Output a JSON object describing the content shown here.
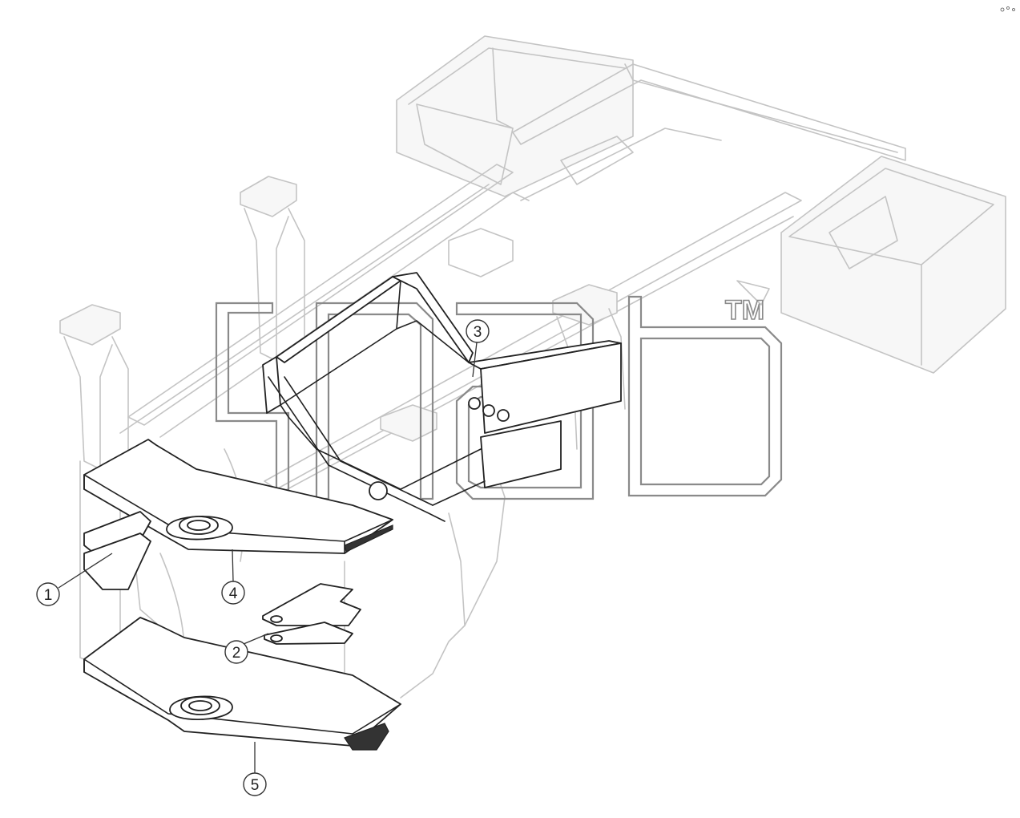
{
  "callouts": [
    {
      "label": "1"
    },
    {
      "label": "2"
    },
    {
      "label": "3"
    },
    {
      "label": "4"
    },
    {
      "label": "5"
    }
  ],
  "watermark": {
    "trademark": "TM"
  },
  "colors": {
    "ghost_lines": "#c4c4c4",
    "part_lines": "#222222",
    "watermark": "#8a8a8a",
    "background": "#ffffff"
  }
}
